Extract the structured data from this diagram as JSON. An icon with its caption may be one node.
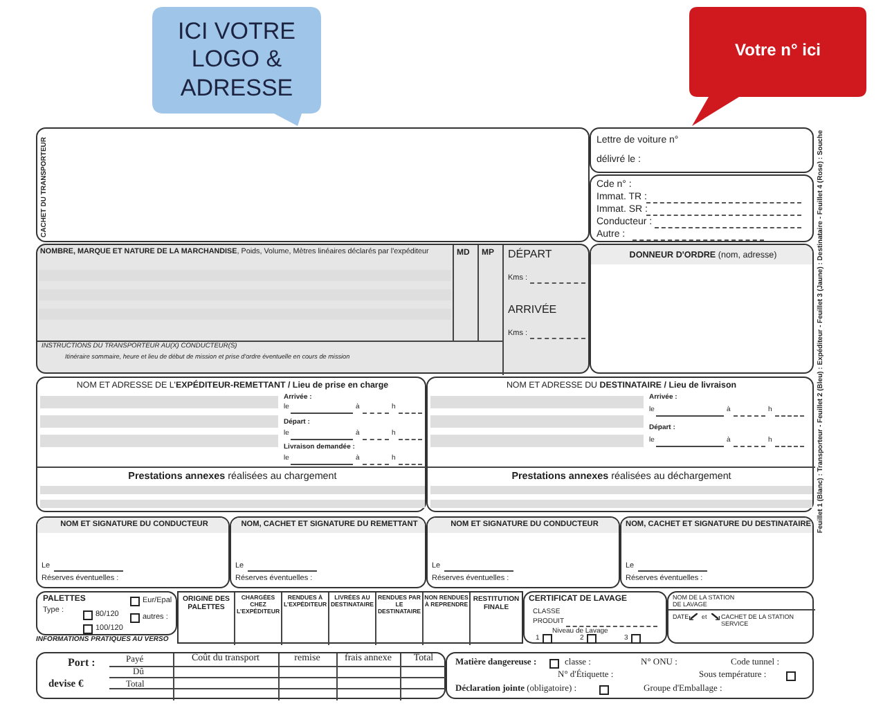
{
  "diagram": {
    "nodes": [
      {
        "text": [
          "ICI VOTRE LOGO & ADRESSE"
        ]
      },
      {
        "text": [
          "Votre n° ici"
        ]
      },
      {
        "text": [
          "CACHET DU TRANSPORTEUR"
        ]
      },
      {
        "text": [
          "Lettre de voiture n°",
          "délivré le :"
        ]
      },
      {
        "text": [
          "Cde n° :",
          "Immat. TR :",
          "Immat. SR :",
          "Conducteur :",
          "Autre :"
        ]
      },
      {
        "text": [
          "**NOMBRE, MARQUE ET NATURE DE LA MARCHANDISE**, Poids, Volume, Mètres linéaires déclarés par l'expéditeur",
          "MD",
          "MP",
          "DÉPART",
          "Kms :",
          "ARRIVÉE",
          "Kms :",
          "INSTRUCTIONS DU TRANSPORTEUR AU(X) CONDUCTEUR(S)",
          "Itinéraire sommaire, heure et lieu de début de mission et prise d'ordre éventuelle en cours de mission"
        ]
      },
      {
        "text": [
          "**DONNEUR D'ORDRE** (nom, adresse)"
        ]
      },
      {
        "text": [
          "NOM ET ADRESSE DE L'**EXPÉDITEUR-REMETTANT / Lieu de prise en charge**",
          "Arrivée :",
          "le",
          "à",
          "h",
          "Départ :",
          "le",
          "à",
          "h",
          "Livraison demandée :",
          "le",
          "à",
          "h",
          "**Prestations annexes** réalisées au chargement"
        ]
      },
      {
        "text": [
          "NOM ET ADRESSE DU **DESTINATAIRE / Lieu de livraison**",
          "Arrivée :",
          "le",
          "à",
          "h",
          "Départ :",
          "le",
          "à",
          "h",
          "**Prestations annexes** réalisées au déchargement"
        ]
      },
      {
        "text": [
          "NOM ET SIGNATURE DU CONDUCTEUR",
          "Le",
          "Réserves éventuelles :"
        ]
      },
      {
        "text": [
          "NOM, CACHET ET SIGNATURE DU REMETTANT",
          "Le",
          "Réserves éventuelles :"
        ]
      },
      {
        "text": [
          "NOM ET SIGNATURE DU CONDUCTEUR",
          "Le",
          "Réserves éventuelles :"
        ]
      },
      {
        "text": [
          "NOM, CACHET ET SIGNATURE DU DESTINATAIRE",
          "Le",
          "Réserves éventuelles :"
        ]
      },
      {
        "text": [
          "PALETTES",
          "Type :",
          "Eur/Epal",
          "80/120",
          "autres :",
          "100/120"
        ]
      },
      {
        "text": [
          "ORIGINE DES PALETTES",
          "CHARGÉES CHEZ L'EXPÉDITEUR",
          "RENDUES À L'EXPÉDITEUR",
          "LIVRÉES AU DESTINATAIRE",
          "RENDUES PAR LE DESTINATAIRE",
          "NON RENDUES À REPRENDRE",
          "RESTITUTION FINALE"
        ]
      },
      {
        "text": [
          "CERTIFICAT DE LAVAGE",
          "CLASSE",
          "PRODUIT",
          "Niveau de Lavage",
          "1",
          "2",
          "3"
        ]
      },
      {
        "text": [
          "NOM DE LA STATION DE LAVAGE",
          "DATE",
          "et",
          "CACHET DE LA STATION SERVICE"
        ]
      },
      {
        "text": [
          "Port :",
          "devise €",
          "Payé",
          "Dû",
          "Total",
          "Coût du transport",
          "remise",
          "frais annexe",
          "Total"
        ]
      },
      {
        "text": [
          "Matière dangereuse :",
          "classe :",
          "N° ONU :",
          "Code tunnel :",
          "N° d'Étiquette :",
          "Sous température :",
          "**Déclaration jointe** (obligatoire) :",
          "Groupe d'Emballage :"
        ]
      }
    ],
    "labels": [
      "Feuillet 1 (Blanc) : Transporteur - Feuillet 2 (Bleu) : Expéditeur - Feuillet 3 (Jaune) : Destinataire - Feuillet 4 (Rose) : Souche",
      "INFORMATIONS PRATIQUES AU VERSO"
    ]
  }
}
